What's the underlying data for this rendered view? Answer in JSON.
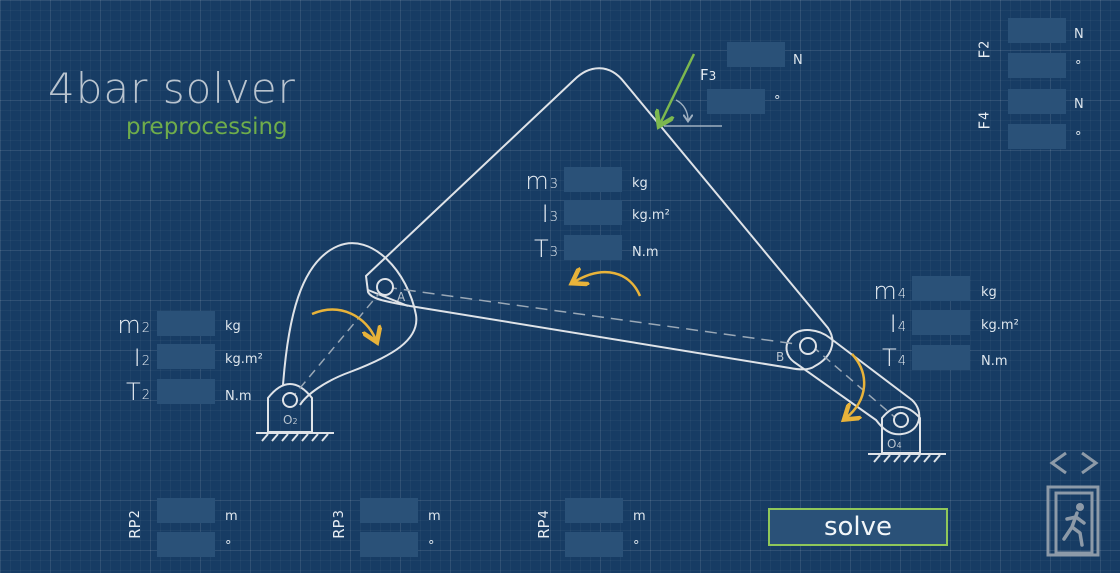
{
  "header": {
    "title": "4bar solver",
    "subtitle": "preprocessing"
  },
  "link2": {
    "mass": {
      "label": "m",
      "sub": "2",
      "unit": "kg",
      "value": ""
    },
    "inertia": {
      "label": "I",
      "sub": "2",
      "unit": "kg.m²",
      "value": ""
    },
    "torque": {
      "label": "T",
      "sub": "2",
      "unit": "N.m",
      "value": ""
    }
  },
  "link3": {
    "mass": {
      "label": "m",
      "sub": "3",
      "unit": "kg",
      "value": ""
    },
    "inertia": {
      "label": "I",
      "sub": "3",
      "unit": "kg.m²",
      "value": ""
    },
    "torque": {
      "label": "T",
      "sub": "3",
      "unit": "N.m",
      "value": ""
    }
  },
  "link4": {
    "mass": {
      "label": "m",
      "sub": "4",
      "unit": "kg",
      "value": ""
    },
    "inertia": {
      "label": "I",
      "sub": "4",
      "unit": "kg.m²",
      "value": ""
    },
    "torque": {
      "label": "T",
      "sub": "4",
      "unit": "N.m",
      "value": ""
    }
  },
  "force3": {
    "label": "F",
    "sub": "3",
    "magnitude_unit": "N",
    "angle_unit": "°"
  },
  "force2": {
    "label": "F",
    "sub": "2",
    "magnitude_unit": "N",
    "angle_unit": "°"
  },
  "force4": {
    "label": "F",
    "sub": "4",
    "magnitude_unit": "N",
    "angle_unit": "°"
  },
  "rp2": {
    "label": "RP",
    "sub": "2",
    "length_unit": "m",
    "angle_unit": "°"
  },
  "rp3": {
    "label": "RP",
    "sub": "3",
    "length_unit": "m",
    "angle_unit": "°"
  },
  "rp4": {
    "label": "RP",
    "sub": "4",
    "length_unit": "m",
    "angle_unit": "°"
  },
  "joints": {
    "a": "A",
    "b": "B",
    "o2": "O",
    "o2_sub": "2",
    "o4": "O",
    "o4_sub": "4"
  },
  "actions": {
    "solve": "solve"
  },
  "colors": {
    "background": "#173c64",
    "field": "#2a5178",
    "accent_green": "#6fad4b",
    "arrow_yellow": "#e8b33a",
    "link_stroke": "#dfe3e8"
  }
}
